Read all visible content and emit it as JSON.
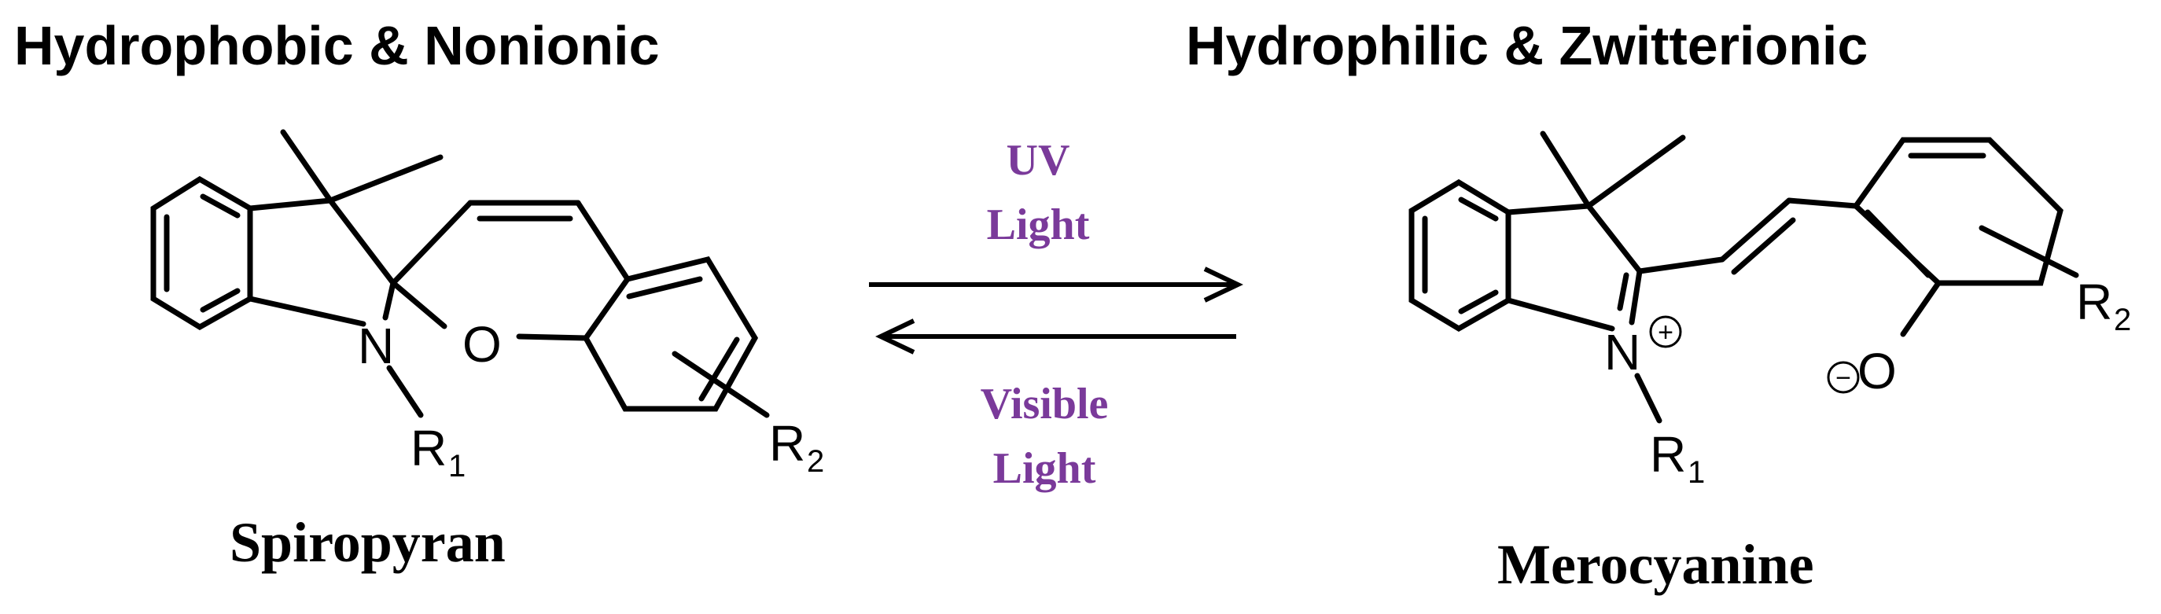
{
  "header_left": "Hydrophobic & Nonionic",
  "header_right": "Hydrophilic & Zwitterionic",
  "spiropyran": {
    "name": "Spiropyran",
    "atom_n": "N",
    "atom_o": "O",
    "r1": "R",
    "r1_sub": "1",
    "r2": "R",
    "r2_sub": "2"
  },
  "merocyanine": {
    "name": "Merocyanine",
    "atom_n": "N",
    "n_charge": "+",
    "atom_o": "O",
    "o_charge": "−",
    "r1": "R",
    "r1_sub": "1",
    "r2": "R",
    "r2_sub": "2"
  },
  "forward": {
    "line1": "UV",
    "line2": "Light"
  },
  "reverse": {
    "line1": "Visible",
    "line2": "Light"
  },
  "colors": {
    "condition_text": "#7a3a9a",
    "structure": "#000000"
  }
}
